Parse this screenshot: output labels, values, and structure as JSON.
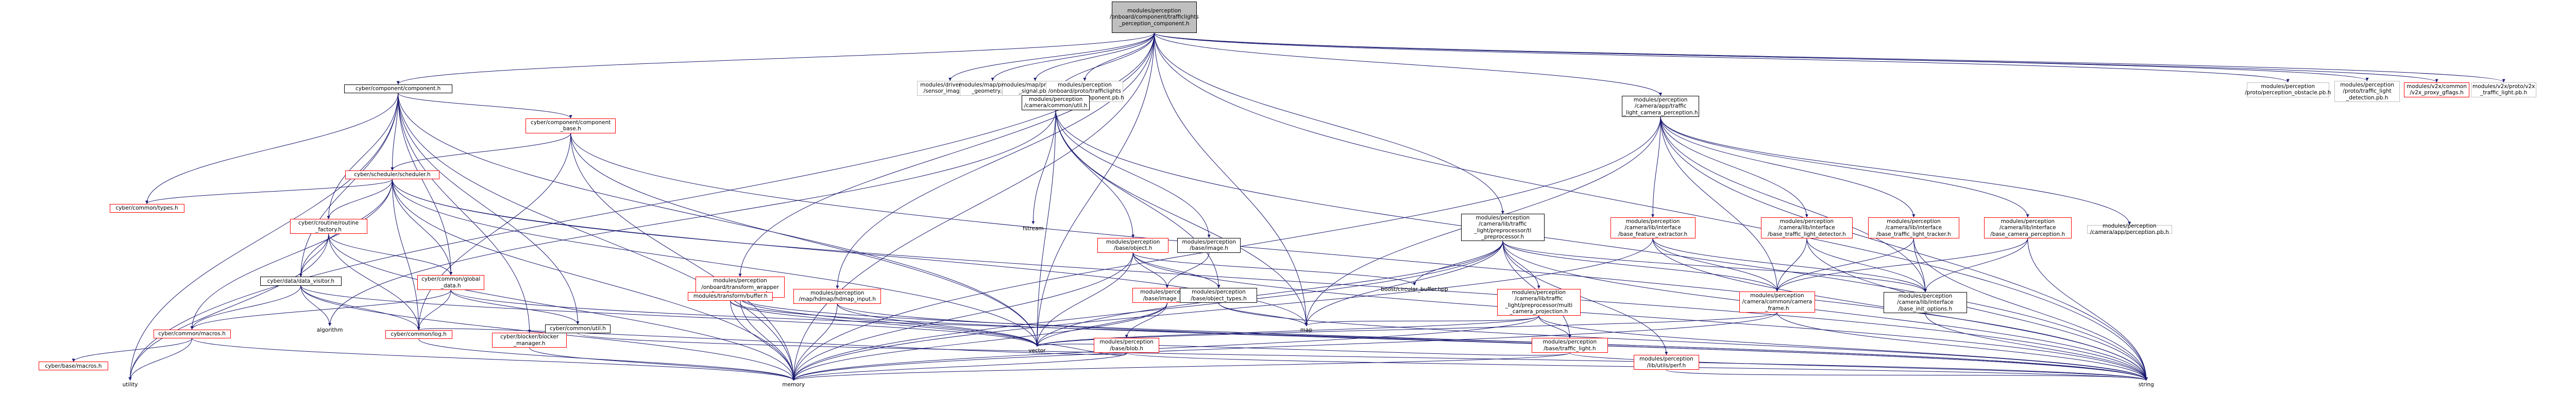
{
  "colors": {
    "edge": "#191970",
    "border_grey": "#bfbfbf",
    "border_red": "#ff0000",
    "border_black": "#000000",
    "root_fill": "#bfbfbf"
  },
  "nodes": [
    {
      "id": "root",
      "label": "modules/perception\n/onboard/component/trafficlights\n_perception_component.h",
      "style": "root"
    },
    {
      "id": "cyber_component",
      "label": "cyber/component/component.h",
      "style": "black"
    },
    {
      "id": "sensor_image",
      "label": "modules/drivers/proto\n/sensor_image.pb.h",
      "style": "grey"
    },
    {
      "id": "map_geometry",
      "label": "modules/map/proto/map\n_geometry.pb.h",
      "style": "grey"
    },
    {
      "id": "map_signal",
      "label": "modules/map/proto/map\n_signal.pb.h",
      "style": "grey"
    },
    {
      "id": "tl_component_pb",
      "label": "modules/perception\n/onboard/proto/trafficlights\n_perception_component.pb.h",
      "style": "grey"
    },
    {
      "id": "camera_common_util",
      "label": "modules/perception\n/camera/common/util.h",
      "style": "black"
    },
    {
      "id": "tl_camera_perception",
      "label": "modules/perception\n/camera/app/traffic\n_light_camera_perception.h",
      "style": "black"
    },
    {
      "id": "perception_obstacle",
      "label": "modules/perception\n/proto/perception_obstacle.pb.h",
      "style": "grey"
    },
    {
      "id": "traffic_light_detection",
      "label": "modules/perception\n/proto/traffic_light\n_detection.pb.h",
      "style": "grey"
    },
    {
      "id": "v2x_proxy_gflags",
      "label": "modules/v2x/common\n/v2x_proxy_gflags.h",
      "style": "red"
    },
    {
      "id": "v2x_traffic_light",
      "label": "modules/v2x/proto/v2x\n_traffic_light.pb.h",
      "style": "grey"
    },
    {
      "id": "component_base",
      "label": "cyber/component/component\n_base.h",
      "style": "red"
    },
    {
      "id": "scheduler",
      "label": "cyber/scheduler/scheduler.h",
      "style": "red"
    },
    {
      "id": "common_types",
      "label": "cyber/common/types.h",
      "style": "red"
    },
    {
      "id": "routine_factory",
      "label": "cyber/croutine/routine\n_factory.h",
      "style": "red"
    },
    {
      "id": "data_visitor",
      "label": "cyber/data/data_visitor.h",
      "style": "black"
    },
    {
      "id": "global_data",
      "label": "cyber/common/global\n_data.h",
      "style": "red"
    },
    {
      "id": "common_macros",
      "label": "cyber/common/macros.h",
      "style": "red"
    },
    {
      "id": "base_macros",
      "label": "cyber/base/macros.h",
      "style": "red"
    },
    {
      "id": "common_log",
      "label": "cyber/common/log.h",
      "style": "red"
    },
    {
      "id": "blocker_manager",
      "label": "cyber/blocker/blocker\n_manager.h",
      "style": "red"
    },
    {
      "id": "common_util",
      "label": "cyber/common/util.h",
      "style": "black"
    },
    {
      "id": "transform_wrapper",
      "label": "modules/perception\n/onboard/transform_wrapper\n/transform_wrapper.h",
      "style": "red"
    },
    {
      "id": "transform_buffer",
      "label": "modules/transform/buffer.h",
      "style": "red"
    },
    {
      "id": "hdmap_input",
      "label": "modules/perception\n/map/hdmap/hdmap_input.h",
      "style": "red"
    },
    {
      "id": "base_object",
      "label": "modules/perception\n/base/object.h",
      "style": "red"
    },
    {
      "id": "base_image",
      "label": "modules/perception\n/base/image.h",
      "style": "black"
    },
    {
      "id": "image_8u",
      "label": "modules/perception\n/base/image_8u.h",
      "style": "red"
    },
    {
      "id": "object_types",
      "label": "modules/perception\n/base/object_types.h",
      "style": "black"
    },
    {
      "id": "base_blob",
      "label": "modules/perception\n/base/blob.h",
      "style": "red"
    },
    {
      "id": "fstream",
      "label": "fstream",
      "style": "plain"
    },
    {
      "id": "circular_buffer",
      "label": "boost/circular_buffer.hpp",
      "style": "plain"
    },
    {
      "id": "tl_preprocessor",
      "label": "modules/perception\n/camera/lib/traffic\n_light/preprocessor/tl\n_preprocessor.h",
      "style": "black"
    },
    {
      "id": "multi_camera_projection",
      "label": "modules/perception\n/camera/lib/traffic\n_light/preprocessor/multi\n_camera_projection.h",
      "style": "red"
    },
    {
      "id": "traffic_light_h",
      "label": "modules/perception\n/base/traffic_light.h",
      "style": "red"
    },
    {
      "id": "perf_h",
      "label": "modules/perception\n/lib/utils/perf.h",
      "style": "red"
    },
    {
      "id": "camera_frame",
      "label": "modules/perception\n/camera/common/camera\n_frame.h",
      "style": "red"
    },
    {
      "id": "base_feature_extractor",
      "label": "modules/perception\n/camera/lib/interface\n/base_feature_extractor.h",
      "style": "red"
    },
    {
      "id": "base_tl_detector",
      "label": "modules/perception\n/camera/lib/interface\n/base_traffic_light_detector.h",
      "style": "red"
    },
    {
      "id": "base_tl_tracker",
      "label": "modules/perception\n/camera/lib/interface\n/base_traffic_light_tracker.h",
      "style": "red"
    },
    {
      "id": "base_camera_perception",
      "label": "modules/perception\n/camera/lib/interface\n/base_camera_perception.h",
      "style": "red"
    },
    {
      "id": "camera_app_perception_pb",
      "label": "modules/perception\n/camera/app/perception.pb.h",
      "style": "grey"
    },
    {
      "id": "base_init_options",
      "label": "modules/perception\n/camera/lib/interface\n/base_init_options.h",
      "style": "black"
    },
    {
      "id": "algorithm",
      "label": "algorithm",
      "style": "plain"
    },
    {
      "id": "utility",
      "label": "utility",
      "style": "plain"
    },
    {
      "id": "memory",
      "label": "memory",
      "style": "plain"
    },
    {
      "id": "vector",
      "label": "vector",
      "style": "plain"
    },
    {
      "id": "map",
      "label": "map",
      "style": "plain"
    },
    {
      "id": "string",
      "label": "string",
      "style": "plain"
    }
  ],
  "edges": [
    [
      "root",
      "cyber_component"
    ],
    [
      "root",
      "sensor_image"
    ],
    [
      "root",
      "map_geometry"
    ],
    [
      "root",
      "map_signal"
    ],
    [
      "root",
      "tl_component_pb"
    ],
    [
      "root",
      "camera_common_util"
    ],
    [
      "root",
      "tl_camera_perception"
    ],
    [
      "root",
      "perception_obstacle"
    ],
    [
      "root",
      "traffic_light_detection"
    ],
    [
      "root",
      "v2x_proxy_gflags"
    ],
    [
      "root",
      "v2x_traffic_light"
    ],
    [
      "root",
      "transform_wrapper"
    ],
    [
      "root",
      "hdmap_input"
    ],
    [
      "root",
      "tl_preprocessor"
    ],
    [
      "root",
      "vector"
    ],
    [
      "root",
      "memory"
    ],
    [
      "root",
      "map"
    ],
    [
      "root",
      "string"
    ],
    [
      "root",
      "utility"
    ],
    [
      "cyber_component",
      "component_base"
    ],
    [
      "cyber_component",
      "scheduler"
    ],
    [
      "cyber_component",
      "common_types"
    ],
    [
      "cyber_component",
      "routine_factory"
    ],
    [
      "cyber_component",
      "data_visitor"
    ],
    [
      "cyber_component",
      "global_data"
    ],
    [
      "cyber_component",
      "common_util"
    ],
    [
      "cyber_component",
      "blocker_manager"
    ],
    [
      "cyber_component",
      "memory"
    ],
    [
      "cyber_component",
      "vector"
    ],
    [
      "cyber_component",
      "utility"
    ],
    [
      "component_base",
      "scheduler"
    ],
    [
      "component_base",
      "memory"
    ],
    [
      "component_base",
      "vector"
    ],
    [
      "component_base",
      "string"
    ],
    [
      "component_base",
      "common_log"
    ],
    [
      "scheduler",
      "common_types"
    ],
    [
      "scheduler",
      "routine_factory"
    ],
    [
      "scheduler",
      "common_log"
    ],
    [
      "scheduler",
      "common_macros"
    ],
    [
      "scheduler",
      "global_data"
    ],
    [
      "scheduler",
      "data_visitor"
    ],
    [
      "scheduler",
      "map"
    ],
    [
      "scheduler",
      "memory"
    ],
    [
      "scheduler",
      "vector"
    ],
    [
      "scheduler",
      "string"
    ],
    [
      "routine_factory",
      "data_visitor"
    ],
    [
      "routine_factory",
      "global_data"
    ],
    [
      "routine_factory",
      "common_log"
    ],
    [
      "routine_factory",
      "memory"
    ],
    [
      "routine_factory",
      "utility"
    ],
    [
      "data_visitor",
      "algorithm"
    ],
    [
      "data_visitor",
      "common_log"
    ],
    [
      "data_visitor",
      "memory"
    ],
    [
      "data_visitor",
      "vector"
    ],
    [
      "data_visitor",
      "common_macros"
    ],
    [
      "global_data",
      "common_macros"
    ],
    [
      "global_data",
      "common_log"
    ],
    [
      "global_data",
      "common_util"
    ],
    [
      "global_data",
      "string"
    ],
    [
      "common_macros",
      "base_macros"
    ],
    [
      "common_macros",
      "utility"
    ],
    [
      "common_macros",
      "memory"
    ],
    [
      "common_log",
      "memory"
    ],
    [
      "blocker_manager",
      "memory"
    ],
    [
      "common_util",
      "string"
    ],
    [
      "transform_wrapper",
      "transform_buffer"
    ],
    [
      "transform_wrapper",
      "memory"
    ],
    [
      "transform_wrapper",
      "vector"
    ],
    [
      "transform_wrapper",
      "string"
    ],
    [
      "transform_buffer",
      "memory"
    ],
    [
      "transform_buffer",
      "string"
    ],
    [
      "transform_buffer",
      "vector"
    ],
    [
      "hdmap_input",
      "memory"
    ],
    [
      "hdmap_input",
      "vector"
    ],
    [
      "hdmap_input",
      "string"
    ],
    [
      "camera_common_util",
      "base_object"
    ],
    [
      "camera_common_util",
      "base_image"
    ],
    [
      "camera_common_util",
      "object_types"
    ],
    [
      "camera_common_util",
      "fstream"
    ],
    [
      "camera_common_util",
      "vector"
    ],
    [
      "camera_common_util",
      "string"
    ],
    [
      "camera_common_util",
      "map"
    ],
    [
      "camera_common_util",
      "algorithm"
    ],
    [
      "base_object",
      "image_8u"
    ],
    [
      "base_object",
      "object_types"
    ],
    [
      "base_object",
      "circular_buffer"
    ],
    [
      "base_object",
      "vector"
    ],
    [
      "base_object",
      "memory"
    ],
    [
      "base_object",
      "string"
    ],
    [
      "base_image",
      "image_8u"
    ],
    [
      "image_8u",
      "base_blob"
    ],
    [
      "image_8u",
      "memory"
    ],
    [
      "image_8u",
      "vector"
    ],
    [
      "base_blob",
      "vector"
    ],
    [
      "base_blob",
      "memory"
    ],
    [
      "base_blob",
      "string"
    ],
    [
      "base_blob",
      "common_log"
    ],
    [
      "object_types",
      "map"
    ],
    [
      "object_types",
      "string"
    ],
    [
      "tl_preprocessor",
      "multi_camera_projection"
    ],
    [
      "tl_preprocessor",
      "traffic_light_h"
    ],
    [
      "tl_preprocessor",
      "camera_frame"
    ],
    [
      "tl_preprocessor",
      "perf_h"
    ],
    [
      "tl_preprocessor",
      "base_init_options"
    ],
    [
      "tl_preprocessor",
      "map"
    ],
    [
      "tl_preprocessor",
      "string"
    ],
    [
      "tl_preprocessor",
      "vector"
    ],
    [
      "tl_preprocessor",
      "memory"
    ],
    [
      "tl_preprocessor",
      "circular_buffer"
    ],
    [
      "multi_camera_projection",
      "traffic_light_h"
    ],
    [
      "multi_camera_projection",
      "memory"
    ],
    [
      "multi_camera_projection",
      "map"
    ],
    [
      "multi_camera_projection",
      "string"
    ],
    [
      "multi_camera_projection",
      "vector"
    ],
    [
      "traffic_light_h",
      "memory"
    ],
    [
      "traffic_light_h",
      "vector"
    ],
    [
      "traffic_light_h",
      "string"
    ],
    [
      "perf_h",
      "string"
    ],
    [
      "camera_frame",
      "vector"
    ],
    [
      "camera_frame",
      "memory"
    ],
    [
      "camera_frame",
      "string"
    ],
    [
      "tl_camera_perception",
      "base_feature_extractor"
    ],
    [
      "tl_camera_perception",
      "base_tl_detector"
    ],
    [
      "tl_camera_perception",
      "base_tl_tracker"
    ],
    [
      "tl_camera_perception",
      "base_camera_perception"
    ],
    [
      "tl_camera_perception",
      "camera_app_perception_pb"
    ],
    [
      "tl_camera_perception",
      "camera_frame"
    ],
    [
      "tl_camera_perception",
      "base_init_options"
    ],
    [
      "tl_camera_perception",
      "string"
    ],
    [
      "tl_camera_perception",
      "memory"
    ],
    [
      "tl_camera_perception",
      "map"
    ],
    [
      "base_feature_extractor",
      "camera_frame"
    ],
    [
      "base_feature_extractor",
      "base_init_options"
    ],
    [
      "base_feature_extractor",
      "string"
    ],
    [
      "base_feature_extractor",
      "memory"
    ],
    [
      "base_tl_detector",
      "camera_frame"
    ],
    [
      "base_tl_detector",
      "base_init_options"
    ],
    [
      "base_tl_detector",
      "string"
    ],
    [
      "base_tl_tracker",
      "camera_frame"
    ],
    [
      "base_tl_tracker",
      "base_init_options"
    ],
    [
      "base_tl_tracker",
      "string"
    ],
    [
      "base_camera_perception",
      "camera_frame"
    ],
    [
      "base_camera_perception",
      "base_init_options"
    ],
    [
      "base_camera_perception",
      "string"
    ],
    [
      "base_init_options",
      "string"
    ]
  ]
}
